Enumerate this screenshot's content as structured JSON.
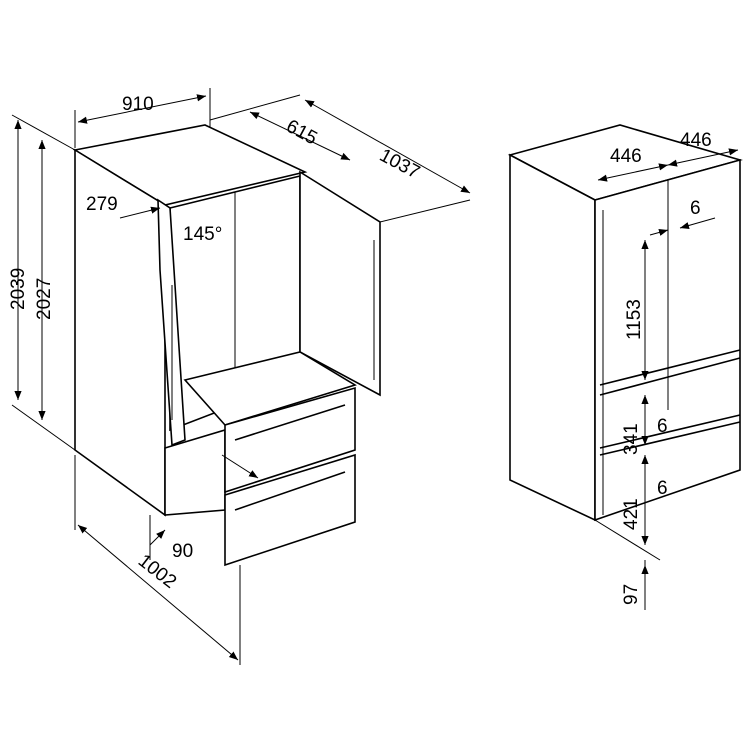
{
  "left_view": {
    "width": "910",
    "depth_body": "615",
    "depth_open": "1037",
    "door_offset": "279",
    "door_angle": "145°",
    "height_total": "2039",
    "height_body": "2027",
    "drawer_offset": "90",
    "depth_drawer_open": "1002"
  },
  "right_view": {
    "niche_width_left": "446",
    "niche_width_right": "446",
    "gap_top": "6",
    "height_upper": "1153",
    "gap_mid": "6",
    "height_drawer_upper": "341",
    "gap_low": "6",
    "height_drawer_lower": "421",
    "plinth": "97"
  }
}
